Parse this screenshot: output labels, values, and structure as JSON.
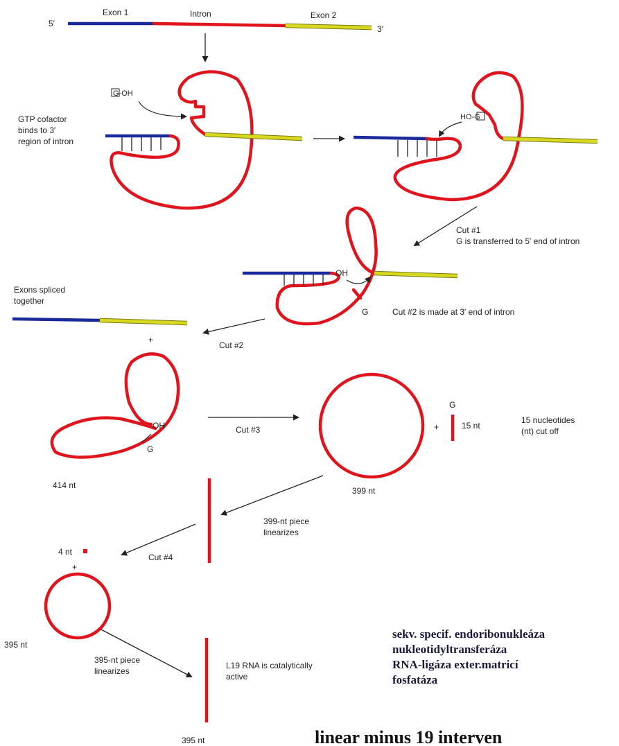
{
  "labels": {
    "five_prime_top": "5′",
    "exon1": "Exon 1",
    "intron": "Intron",
    "exon2": "Exon 2",
    "three_prime_top": "3′",
    "g_oh": "G-OH",
    "gtp_line1": "GTP cofactor",
    "gtp_line2": "binds to 3′",
    "gtp_line3": "region of intron",
    "ho_g": "HO-G",
    "cut1_line1": "Cut #1",
    "cut1_line2": "G is transferred to 5′ end of intron",
    "oh_mid": "OH",
    "g_mid": "G",
    "cut2_desc": "Cut #2 is made at 3′ end of intron",
    "exons_line1": "Exons spliced",
    "exons_line2": "together",
    "plus1": "+",
    "cut2": "Cut #2",
    "oh_loop": "OH",
    "g_loop": "G",
    "cut3": "Cut #3",
    "plus2": "+",
    "g_piece": "G",
    "nt15": "15 nt",
    "nuc_line1": "15 nucleotides",
    "nuc_line2": "(nt) cut off",
    "nt414": "414 nt",
    "nt399": "399 nt",
    "piece399_line1": "399-nt piece",
    "piece399_line2": "linearizes",
    "nt4": "4 nt",
    "cut4": "Cut #4",
    "plus3": "+",
    "nt395_circle": "395 nt",
    "piece395_line1": "395-nt piece",
    "piece395_line2": "linearizes",
    "l19_line1": "L19 RNA is catalytically",
    "l19_line2": "active",
    "nt395_bottom": "395 nt"
  },
  "activities": [
    "sekv. specif. endoribonukleáza",
    "nukleotidyltransferáza",
    "RNA-ligáza exter.matricí",
    "fosfatáza"
  ],
  "footer_title": "linear minus 19 interven",
  "colors": {
    "exon1": "#1a2a9a",
    "intron": "#e0141c",
    "exon2": "#d8d820"
  }
}
